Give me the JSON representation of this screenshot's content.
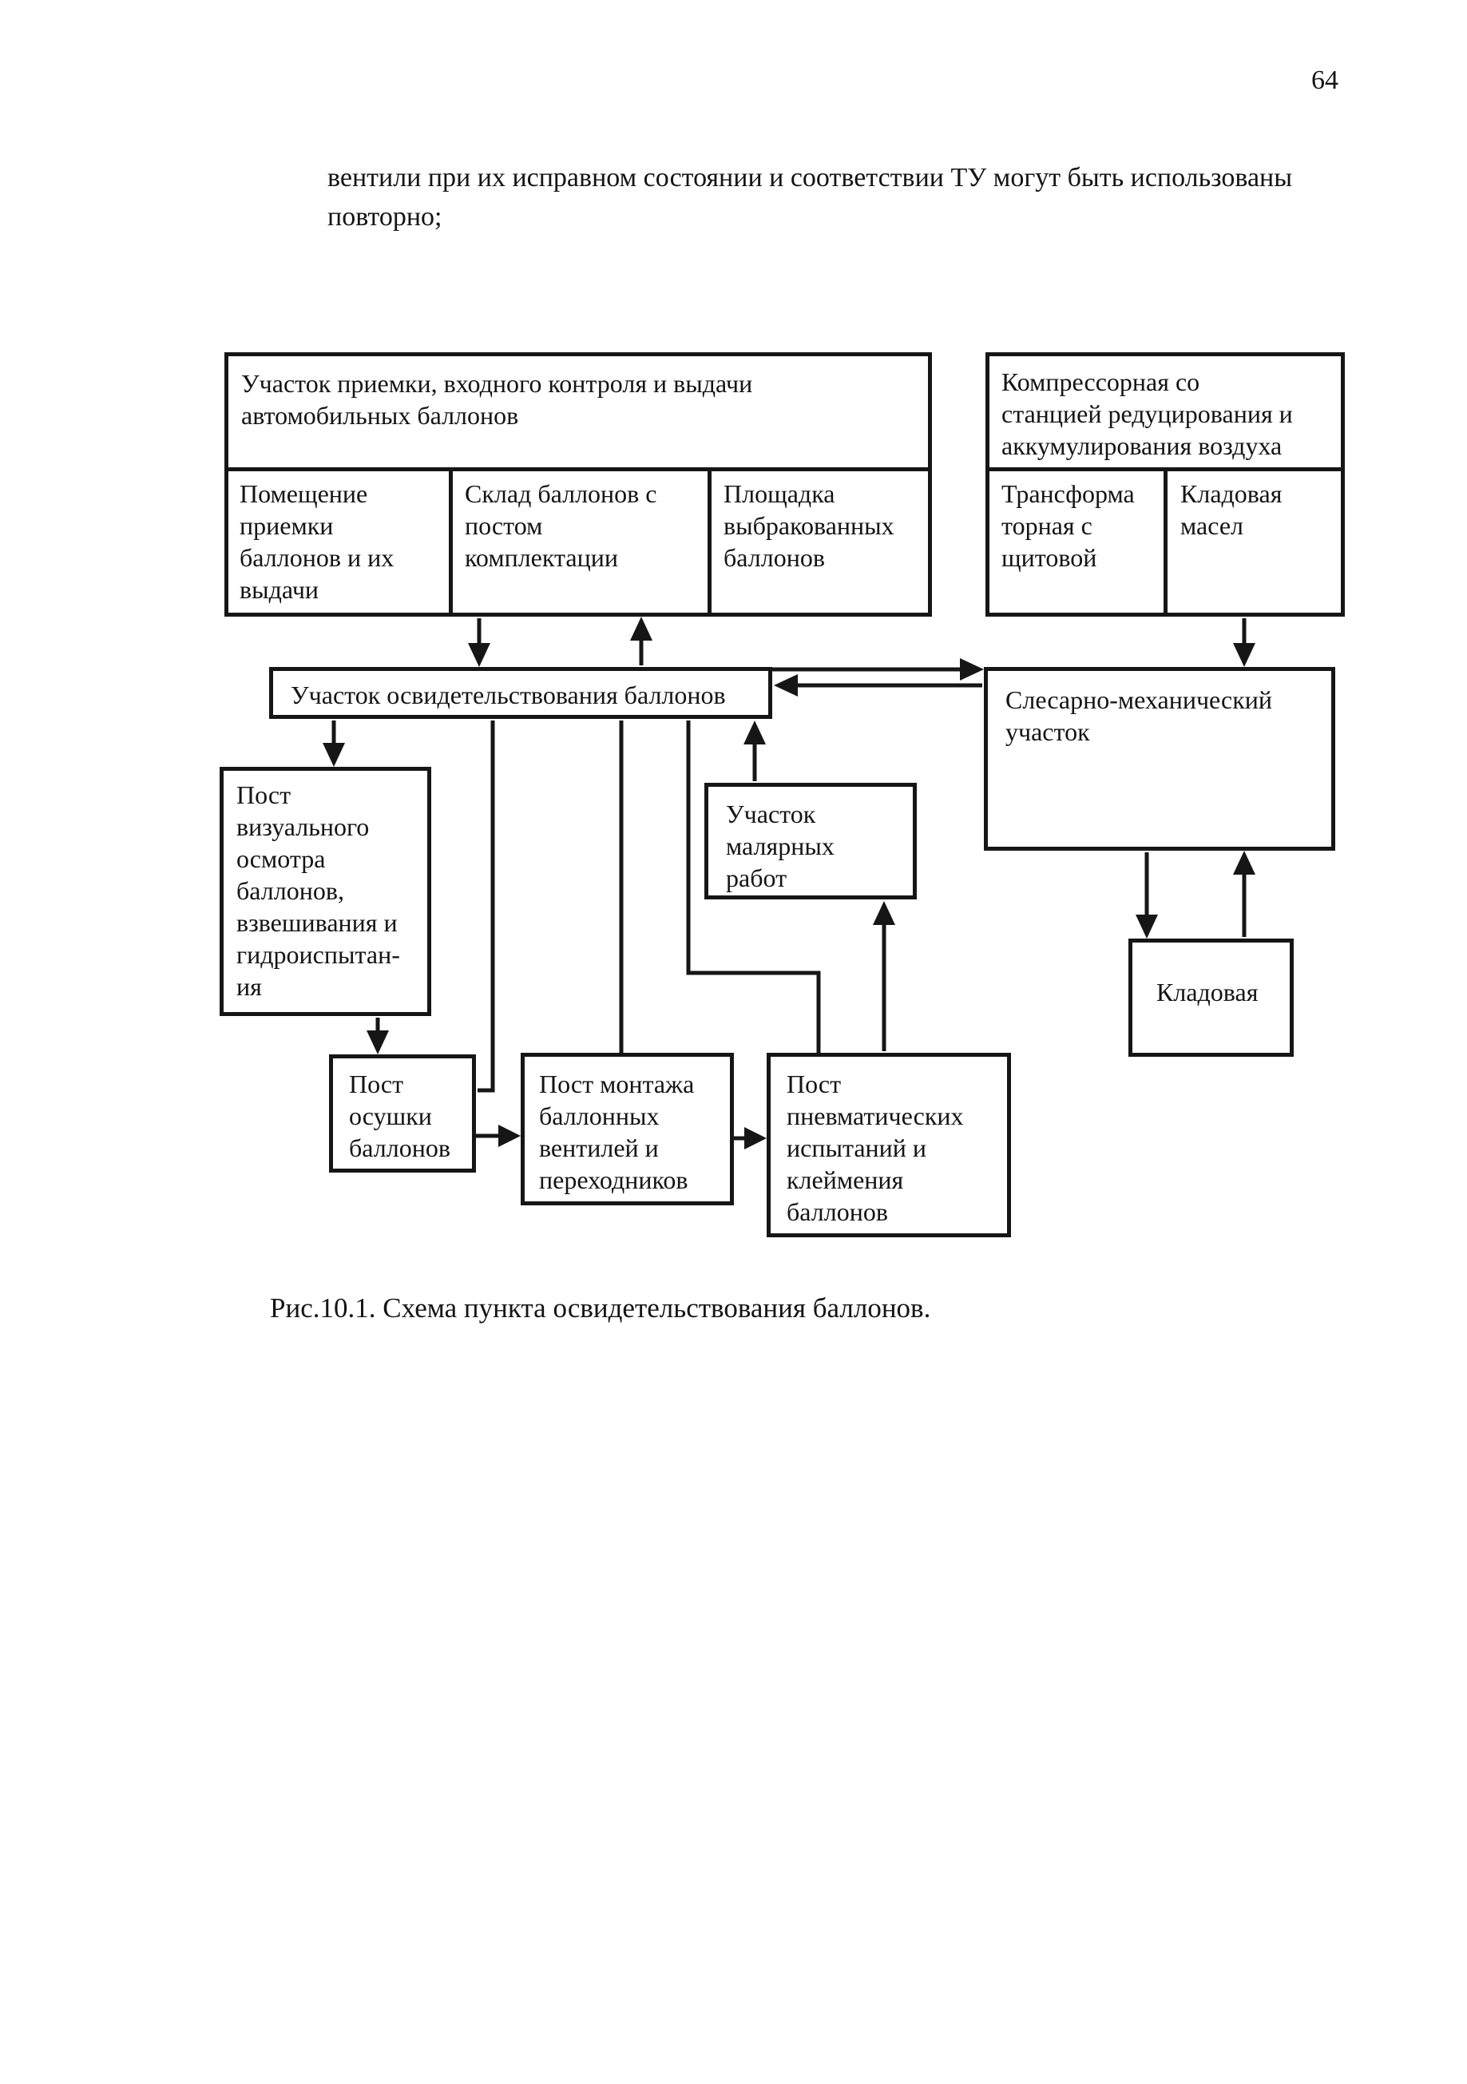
{
  "page": {
    "number": "64",
    "intro_text": "вентили при их исправном состоянии и соответствии ТУ могут быть использованы\nповторно;",
    "caption": "Рис.10.1. Схема пункта освидетельствования баллонов."
  },
  "diagram": {
    "reception_area": {
      "title": "Участок приемки, входного контроля и выдачи\nавтомобильных баллонов",
      "cell_reception_room": "Помещение\nприемки\nбаллонов и их\nвыдачи",
      "cell_warehouse": "Склад баллонов с\nпостом\nкомплектации",
      "cell_rejected_site": "Площадка\nвыбракованных\nбаллонов"
    },
    "compressor_area": {
      "title": "Компрессорная со\nстанцией редуцирования и\nаккумулирования воздуха",
      "cell_transformer": "Трансформа\nторная с\nщитовой",
      "cell_oil_storage": "Кладовая\nмасел"
    },
    "inspection_area": "Участок освидетельствования баллонов",
    "mechanical_area": "Слесарно-механический\nучасток",
    "visual_inspection_post": "Пост\nвизуального\nосмотра\nбаллонов,\nвзвешивания и\nгидроиспытан-\nия",
    "painting_area": "Участок\nмалярных\nработ",
    "storeroom": "Кладовая",
    "drying_post": "Пост\nосушки\nбаллонов",
    "valve_mounting_post": "Пост монтажа\nбаллонных\nвентилей и\nпереходников",
    "pneumatic_test_post": "Пост\nпневматических\nиспытаний и\nклеймения\nбаллонов",
    "connections": [
      {
        "from": "Склад баллонов с постом комплектации",
        "to": "Участок освидетельствования баллонов"
      },
      {
        "from": "Участок освидетельствования баллонов",
        "to": "Склад баллонов с постом комплектации"
      },
      {
        "from": "Участок освидетельствования баллонов",
        "to": "Слесарно-механический участок"
      },
      {
        "from": "Слесарно-механический участок",
        "to": "Участок освидетельствования баллонов"
      },
      {
        "from": "Кладовая масел",
        "to": "Слесарно-механический участок"
      },
      {
        "from": "Участок освидетельствования баллонов",
        "to": "Пост визуального осмотра баллонов, взвешивания и гидроиспытания"
      },
      {
        "from": "Участок освидетельствования баллонов",
        "to": "Пост осушки баллонов"
      },
      {
        "from": "Участок освидетельствования баллонов",
        "to": "Пост монтажа баллонных вентилей и переходников"
      },
      {
        "from": "Участок малярных работ",
        "to": "Участок освидетельствования баллонов"
      },
      {
        "from": "Участок освидетельствования баллонов",
        "to": "Пост пневматических испытаний и клеймения баллонов"
      },
      {
        "from": "Пост пневматических испытаний и клеймения баллонов",
        "to": "Участок малярных работ"
      },
      {
        "from": "Пост визуального осмотра баллонов",
        "to": "Пост осушки баллонов"
      },
      {
        "from": "Пост осушки баллонов",
        "to": "Пост монтажа баллонных вентилей и переходников"
      },
      {
        "from": "Пост монтажа баллонных вентилей и переходников",
        "to": "Пост пневматических испытаний и клеймения баллонов"
      },
      {
        "from": "Слесарно-механический участок",
        "to": "Кладовая"
      },
      {
        "from": "Кладовая",
        "to": "Слесарно-механический участок"
      }
    ]
  }
}
